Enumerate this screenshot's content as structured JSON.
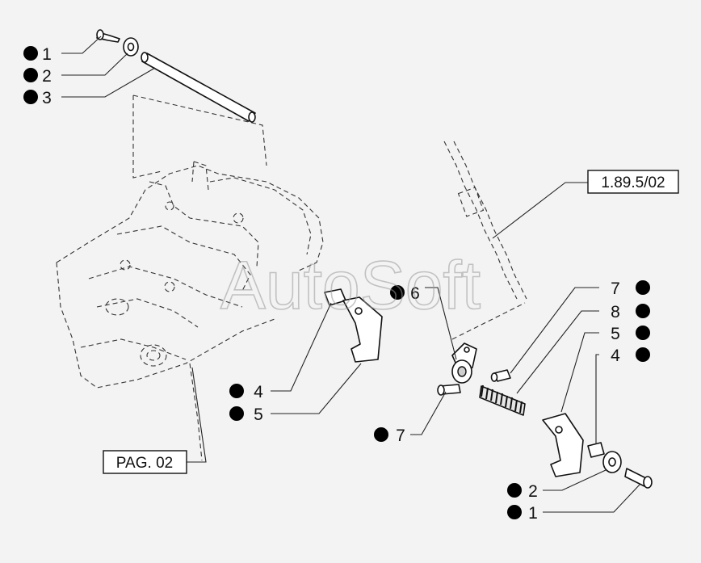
{
  "watermark": "AutoSoft",
  "references": {
    "page_ref": "PAG. 02",
    "group_ref": "1.89.5/02"
  },
  "callouts_left_top": [
    "1",
    "2",
    "3"
  ],
  "callouts_left_mid": [
    "4",
    "5"
  ],
  "callout_center": "6",
  "callouts_right": [
    "7",
    "8",
    "5",
    "4"
  ],
  "callout_lower": "7",
  "callouts_bottom_right": [
    "2",
    "1"
  ]
}
